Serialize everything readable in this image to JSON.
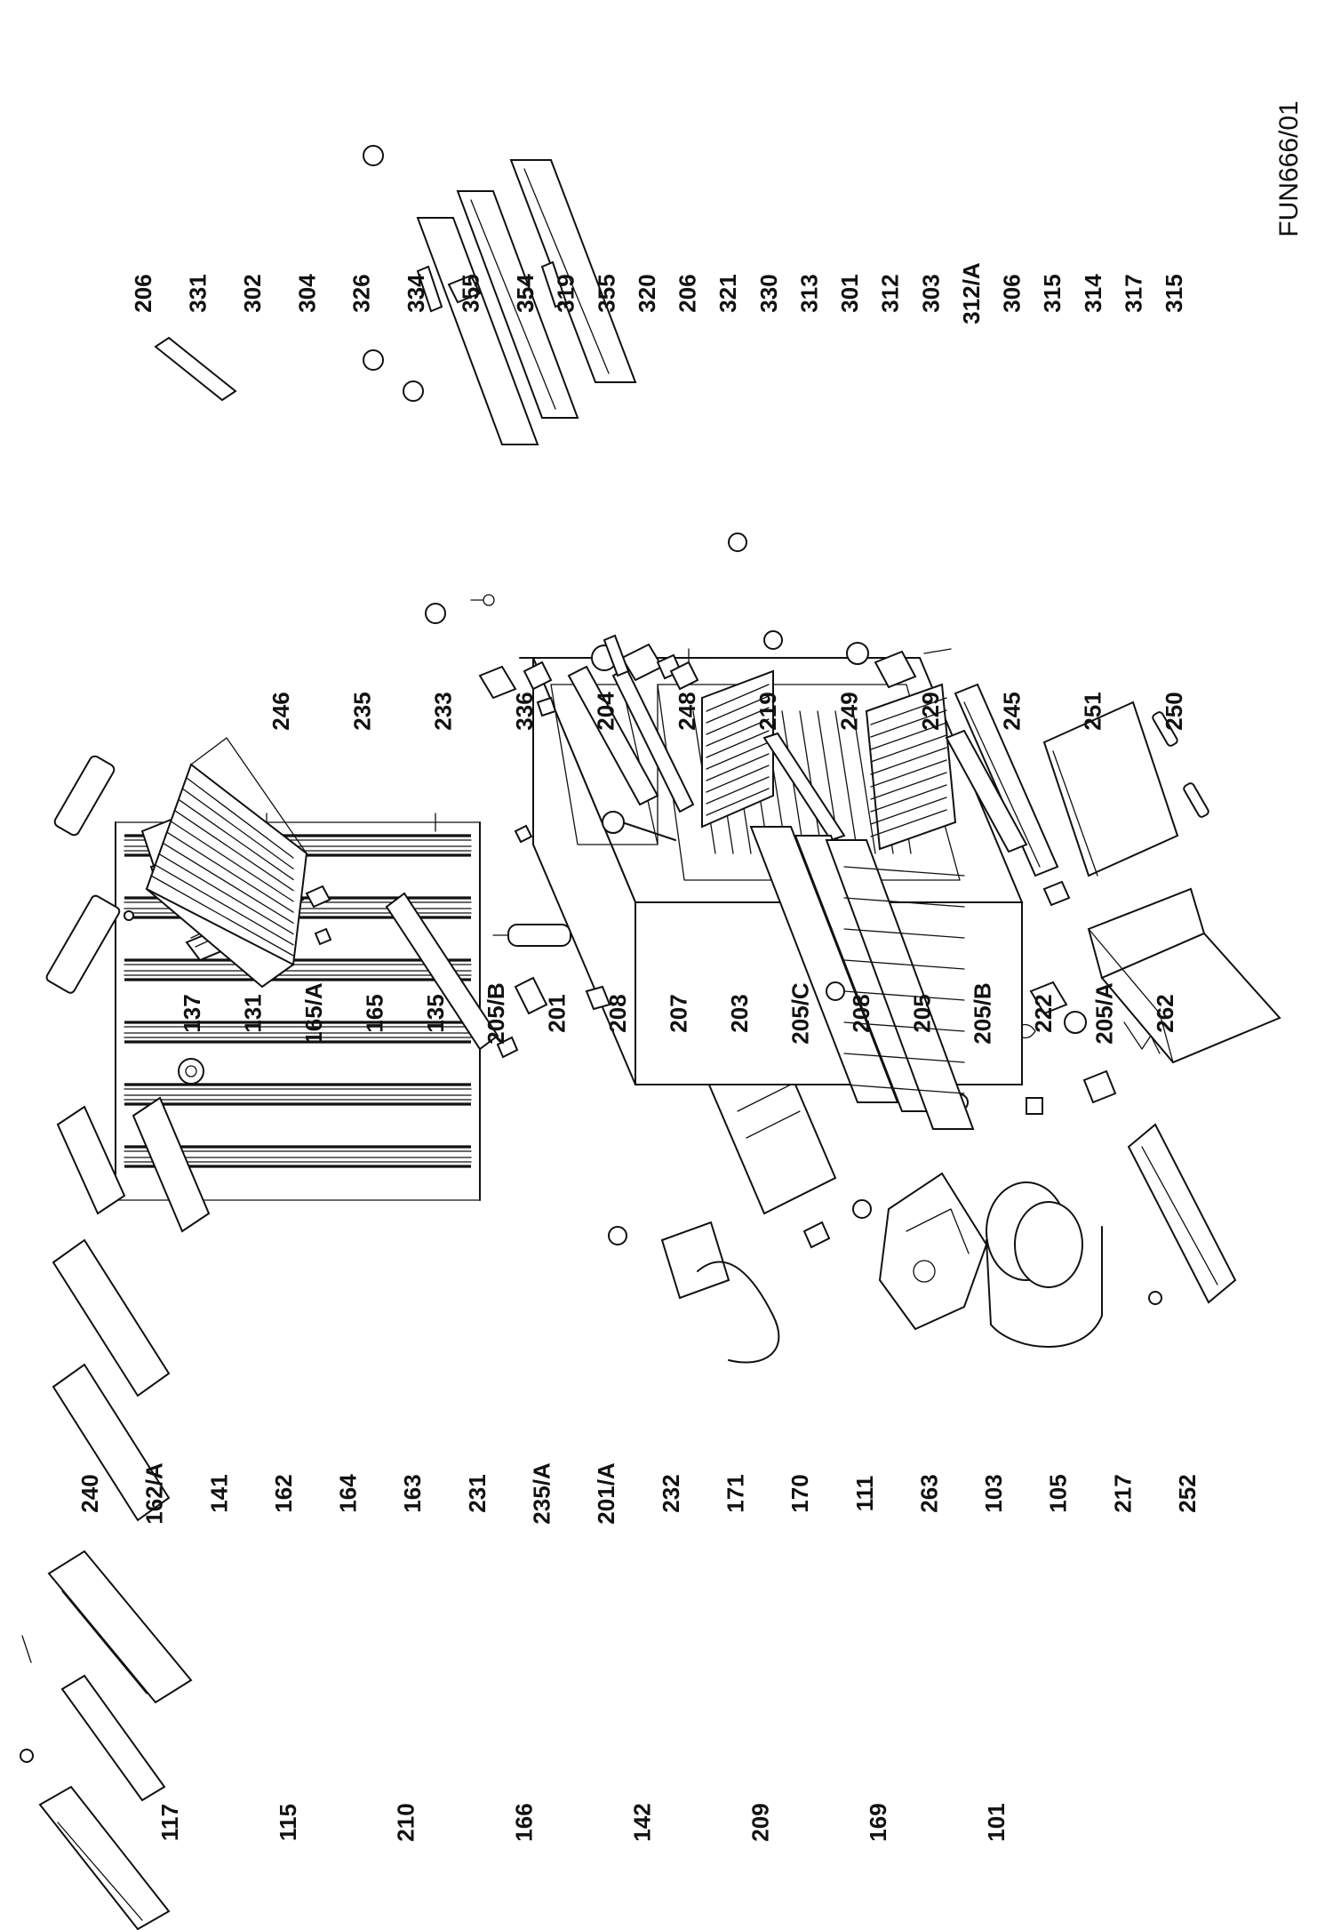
{
  "drawing_code": "FUN666/01",
  "left_labels": [
    "117",
    "115",
    "210",
    "166",
    "142",
    "209",
    "169",
    "101"
  ],
  "mid_left_labels": [
    "240",
    "162/A",
    "141",
    "162",
    "164",
    "163",
    "231",
    "235/A",
    "201/A",
    "232",
    "171",
    "170",
    "111",
    "263",
    "103",
    "105",
    "217",
    "252"
  ],
  "col_labels_a": [
    "137",
    "131",
    "165/A",
    "165",
    "135",
    "205/B",
    "201",
    "208",
    "207",
    "203",
    "205/C",
    "208",
    "205",
    "205/B",
    "222",
    "205/A",
    "262"
  ],
  "col_labels_b": [
    "246",
    "235",
    "233",
    "336",
    "204",
    "248",
    "219",
    "249",
    "229",
    "245",
    "251",
    "250"
  ],
  "door_labels_top": [
    "206",
    "331",
    "302",
    "304",
    "326",
    "334",
    "355",
    "354"
  ],
  "door_labels_bottom": [
    "354",
    "319",
    "355",
    "320",
    "206",
    "321",
    "330",
    "313",
    "301",
    "312",
    "303",
    "312/A",
    "306",
    "315",
    "314",
    "317",
    "315"
  ]
}
